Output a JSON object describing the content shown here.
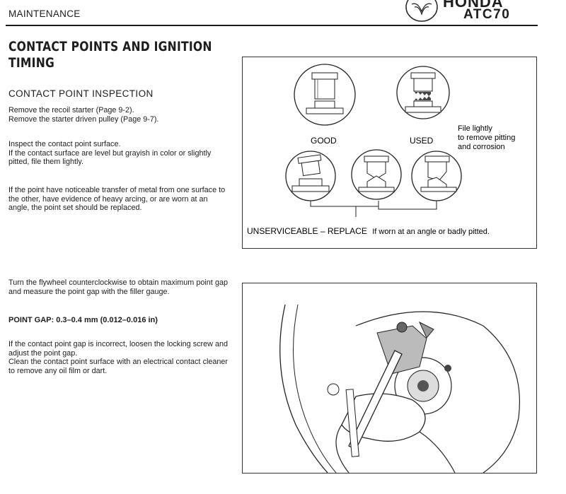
{
  "header": {
    "section": "MAINTENANCE",
    "brand": "HONDA",
    "model": "ATC70"
  },
  "title": "CONTACT POINTS AND IGNITION TIMING",
  "subtitle": "CONTACT POINT INSPECTION",
  "paragraphs": {
    "p1": "Remove the recoil starter (Page 9-2).\nRemove the starter driven pulley (Page 9-7).",
    "p2": "Inspect the contact point surface.\nIf the contact surface are level but grayish in color or slightly pitted, file them lightly.",
    "p3": "If the point have noticeable transfer of metal from one surface to the other, have evidence of heavy arcing, or are worn at an angle, the point set should be replaced.",
    "p4": "Turn the flywheel counterclockwise to obtain maximum point gap and measure the point gap with the filler gauge.",
    "spec": "POINT GAP: 0.3–0.4 mm (0.012–0.016 in)",
    "p5": "If the contact point gap is incorrect, loosen the locking screw and adjust the point gap.\nClean the contact point surface with an electrical contact cleaner to remove any oil film or dart."
  },
  "figure1": {
    "good_label": "GOOD",
    "used_label": "USED",
    "file_note": "File lightly\nto remove pitting\nand corrosion",
    "unserviceable_label": "UNSERVICEABLE – REPLACE",
    "unserviceable_note": "If worn at an angle or badly pitted."
  }
}
